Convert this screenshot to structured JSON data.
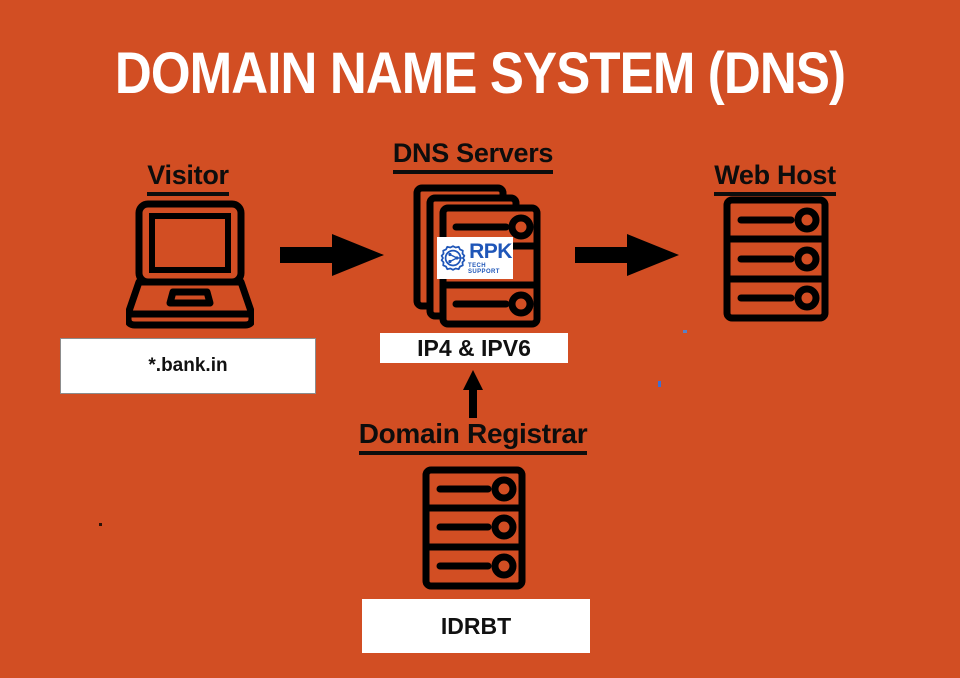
{
  "theme": {
    "background": "#d24e23",
    "title_color": "#ffffff",
    "label_color": "#0d0d0d",
    "box_background": "#ffffff",
    "box_text_color": "#111111",
    "logo_blue": "#1f56b8"
  },
  "title": "DOMAIN NAME SYSTEM (DNS)",
  "nodes": {
    "visitor": {
      "label": "Visitor",
      "icon": "laptop-icon",
      "value": "*.bank.in"
    },
    "dns_servers": {
      "label": "DNS Servers",
      "icon": "stacked-servers-icon",
      "value": "IP4 & IPV6"
    },
    "web_host": {
      "label": "Web Host",
      "icon": "server-rack-icon"
    },
    "domain_registrar": {
      "label": "Domain Registrar",
      "icon": "server-rack-icon",
      "value": "IDRBT"
    }
  },
  "arrows": [
    {
      "name": "visitor-to-dns",
      "direction": "right"
    },
    {
      "name": "dns-to-webhost",
      "direction": "right"
    },
    {
      "name": "registrar-to-dns",
      "direction": "up"
    }
  ],
  "watermark": {
    "brand": "RPK",
    "tagline": "TECH SUPPORT",
    "icon": "gear-circuit-icon"
  }
}
